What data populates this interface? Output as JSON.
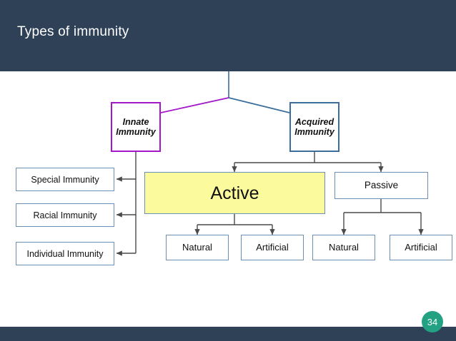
{
  "slide": {
    "title": "Types of immunity",
    "page_number": "34",
    "colors": {
      "header_bg": "#2e4156",
      "footer_bg": "#2e4156",
      "badge_bg": "#23a183",
      "innate_border": "#a417c9",
      "acquired_border": "#3c6e9c",
      "node_border": "#6b8fb5",
      "active_fill": "#fbfb9e",
      "connector": "#4a4a4a",
      "connector_purple": "#a417c9",
      "connector_blue": "#3c6e9c"
    }
  },
  "diagram": {
    "type": "tree",
    "root_branches": [
      {
        "id": "innate",
        "label": "Innate\nImmunity",
        "label_line1": "Innate",
        "label_line2": "Immunity"
      },
      {
        "id": "acquired",
        "label": "Acquired\nImmunity",
        "label_line1": "Acquired",
        "label_line2": "Immunity"
      }
    ],
    "innate_children": [
      {
        "id": "special",
        "label": "Special Immunity"
      },
      {
        "id": "racial",
        "label": "Racial Immunity"
      },
      {
        "id": "individual",
        "label": "Individual Immunity"
      }
    ],
    "acquired_children": [
      {
        "id": "active",
        "label": "Active"
      },
      {
        "id": "passive",
        "label": "Passive"
      }
    ],
    "active_children": [
      {
        "id": "active-natural",
        "label": "Natural"
      },
      {
        "id": "active-artificial",
        "label": "Artificial"
      }
    ],
    "passive_children": [
      {
        "id": "passive-natural",
        "label": "Natural"
      },
      {
        "id": "passive-artificial",
        "label": "Artificial"
      }
    ]
  }
}
